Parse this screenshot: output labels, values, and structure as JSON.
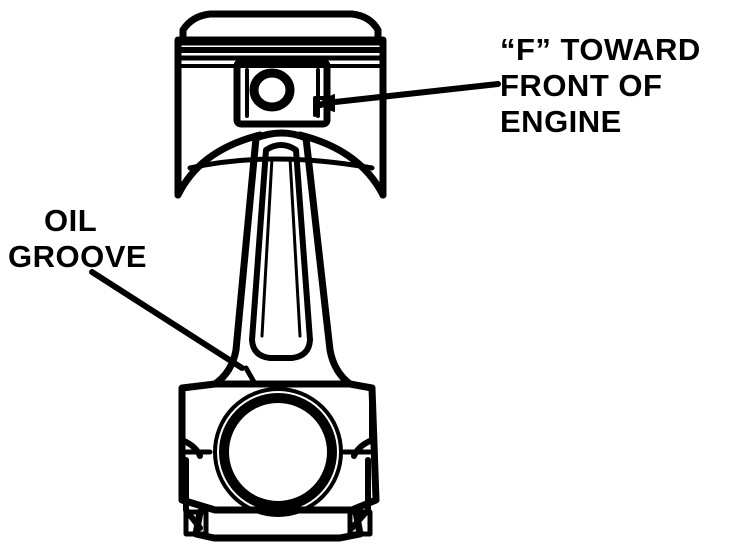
{
  "labels": {
    "f_marking": [
      "“F” TOWARD",
      "FRONT OF",
      "ENGINE"
    ],
    "oil_groove": [
      "OIL",
      "GROOVE"
    ]
  },
  "colors": {
    "ink": "#000000",
    "background": "#ffffff"
  }
}
